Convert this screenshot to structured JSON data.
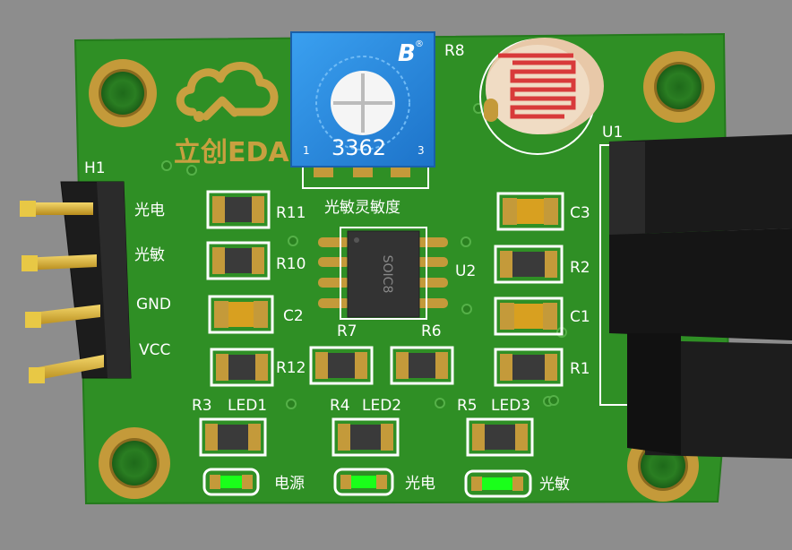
{
  "board": {
    "logo_text": "立创EDA",
    "colors": {
      "background": "#8d8d8d",
      "pcb": "#2f8f25",
      "silk": "#ffffff",
      "pad": "#c49a3a",
      "led": "#1aff1a",
      "logo": "#c8a040"
    }
  },
  "header": {
    "title": "H1",
    "pins": [
      "光电",
      "光敏",
      "GND",
      "VCC"
    ]
  },
  "pot": {
    "ref": "R8",
    "brand": "B",
    "reg": "®",
    "code": "3362",
    "pin1": "1",
    "pin3": "3",
    "caption": "光敏灵敏度"
  },
  "chip": {
    "ref": "U2",
    "package": "SOIC8"
  },
  "sensor": {
    "ref": "U1"
  },
  "resistors": [
    "R11",
    "R10",
    "R12",
    "R7",
    "R6",
    "R3",
    "R4",
    "R5",
    "R2",
    "R1"
  ],
  "capacitors": [
    "C2",
    "C3",
    "C1"
  ],
  "leds": [
    {
      "ref": "LED1",
      "label": "电源"
    },
    {
      "ref": "LED2",
      "label": "光电"
    },
    {
      "ref": "LED3",
      "label": "光敏"
    }
  ]
}
